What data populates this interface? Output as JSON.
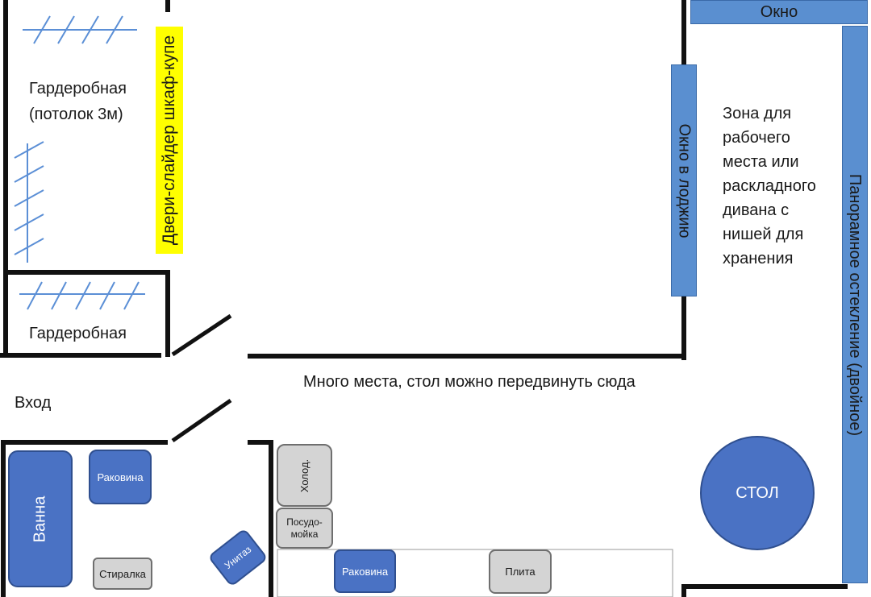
{
  "rooms": {
    "wardrobe_main": "Гардеробная",
    "wardrobe_main_note": "(потолок 3м)",
    "wardrobe_small": "Гардеробная",
    "entrance": "Вход"
  },
  "doors_label": "Двери-слайдер шкаф-купе",
  "windows": {
    "top": "Окно",
    "loggia": "Окно в лоджию",
    "panoramic": "Панорамное остекление (двойное)"
  },
  "work_zone_lines": [
    "Зона для",
    "рабочего",
    "места или",
    "раскладного",
    "дивана с",
    "нишей для",
    "хранения"
  ],
  "corridor_note": "Много места, стол можно передвинуть сюда",
  "bathroom": {
    "bath": "Ванна",
    "sink": "Раковина",
    "washer": "Стиралка",
    "toilet": "Унитаз"
  },
  "kitchen": {
    "fridge": "Холод.",
    "dishwasher_line1": "Посудо-",
    "dishwasher_line2": "мойка",
    "sink": "Раковина",
    "stove": "Плита"
  },
  "table": "СТОЛ",
  "colors": {
    "walls": "#111111",
    "fixtures_blue": "#4a72c4",
    "window_blue": "#5a8fd0",
    "appliance_gray": "#d4d4d4",
    "highlight": "#ffff00",
    "hatch": "#5b8fd6"
  }
}
